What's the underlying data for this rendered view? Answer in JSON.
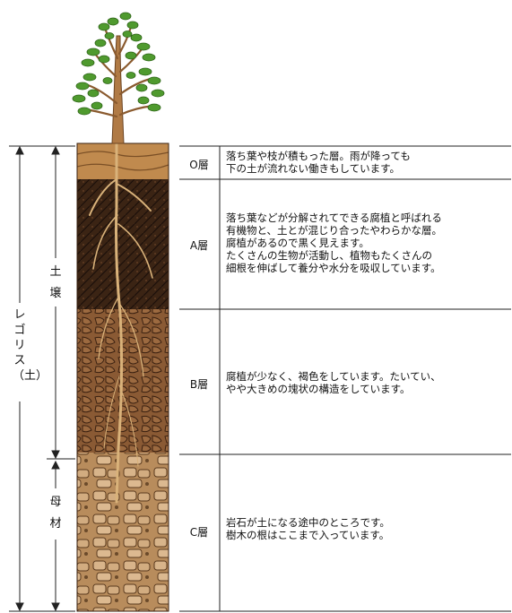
{
  "left_labels": {
    "outer": "レゴリス（土）",
    "soil": "土壌",
    "parent_material": "母材"
  },
  "layers": [
    {
      "name": "O層",
      "description": "落ち葉や枝が積もった層。雨が降っても\n下の土が流れない働きもしています。"
    },
    {
      "name": "A層",
      "description": "落ち葉などが分解されてできる腐植と呼ばれる\n有機物と、土とが混じり合ったやわらかな層。\n腐植があるので黒く見えます。\nたくさんの生物が活動し、植物もたくさんの\n細根を伸ばして養分や水分を吸収しています。"
    },
    {
      "name": "B層",
      "description": "腐植が少なく、褐色をしています。たいてい、\nやや大きめの塊状の構造をしています。"
    },
    {
      "name": "C層",
      "description": "岩石が土になる途中のところです。\n樹木の根はここまで入っています。"
    }
  ],
  "colors": {
    "o_layer": "#c08a4e",
    "a_layer": "#3b2414",
    "b_layer": "#8a5a34",
    "c_layer": "#c9a57a",
    "leaf": "#4f9a2e",
    "trunk": "#b07a45",
    "line": "#222222"
  }
}
